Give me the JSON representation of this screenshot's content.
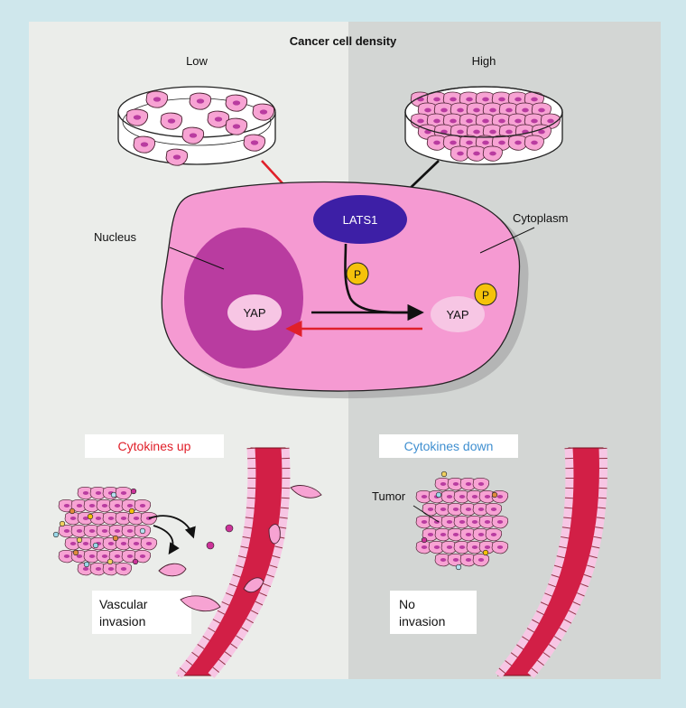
{
  "title": "Cancer cell density",
  "dishes": {
    "low_label": "Low",
    "high_label": "High"
  },
  "cell": {
    "nucleus_label": "Nucleus",
    "cytoplasm_label": "Cytoplasm",
    "lats1_label": "LATS1",
    "yap_nuclear_label": "YAP",
    "yap_cytoplasm_label": "YAP",
    "phospho_label_1": "P",
    "phospho_label_2": "P"
  },
  "left_panel": {
    "cytokine_label": "Cytokines up",
    "outcome_line1": "Vascular",
    "outcome_line2": "invasion"
  },
  "right_panel": {
    "cytokine_label": "Cytokines down",
    "tumor_label": "Tumor",
    "outcome_line1": "No",
    "outcome_line2": "invasion"
  },
  "colors": {
    "background": "#cfe7ec",
    "left_panel": "#ebedea",
    "right_panel": "#d3d6d4",
    "cell_pink": "#f59ad2",
    "nucleus": "#b93ca0",
    "lats1": "#3d1fa6",
    "phospho": "#f5c20a",
    "vessel": "#d21f46",
    "inhibit_red": "#e0202a",
    "cytokines_up_text": "#e0202a",
    "cytokines_down_text": "#3f8fd0"
  }
}
